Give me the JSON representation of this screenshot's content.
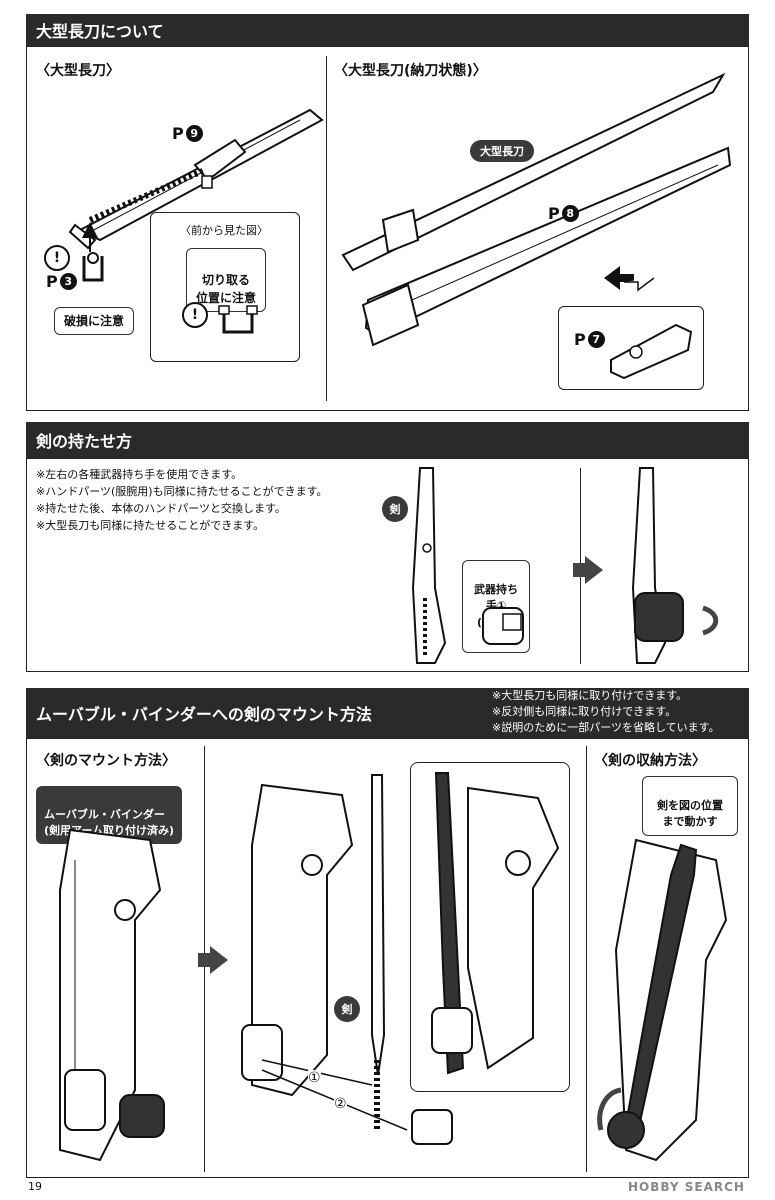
{
  "section1": {
    "title": "大型長刀について",
    "left_sub": "〈大型長刀〉",
    "right_sub": "〈大型長刀(納刀状態)〉",
    "p9": "P",
    "p9n": "9",
    "p3": "P",
    "p3n": "3",
    "caution": "破損に注意",
    "inset_title": "〈前から見た図〉",
    "inset_box": "切り取る\n位置に注意",
    "blade_label": "大型長刀",
    "p8": "P",
    "p8n": "8",
    "p7": "P",
    "p7n": "7",
    "warn_mark": "!"
  },
  "section2": {
    "title": "剣の持たせ方",
    "notes": [
      "※左右の各種武器持ち手を使用できます。",
      "※ハンドパーツ(服腕用)も同様に持たせることができます。",
      "※持たせた後、本体のハンドパーツと交換します。",
      "※大型長刀も同様に持たせることができます。"
    ],
    "sword_label": "剣",
    "hand_label": "武器持ち手①\n(メカ腕用)"
  },
  "section3": {
    "title": "ムーバブル・バインダーへの剣のマウント方法",
    "notes": [
      "※大型長刀も同様に取り付けできます。",
      "※反対側も同様に取り付けできます。",
      "※説明のために一部パーツを省略しています。"
    ],
    "mount_sub": "〈剣のマウント方法〉",
    "store_sub": "〈剣の収納方法〉",
    "binder_label": "ムーバブル・バインダー\n(剣用アーム取り付け済み)",
    "sword_label": "剣",
    "step1": "①",
    "step2": "②",
    "store_box": "剣を図の位置\nまで動かす"
  },
  "footer": {
    "page": "19",
    "watermark": "HOBBY SEARCH"
  }
}
